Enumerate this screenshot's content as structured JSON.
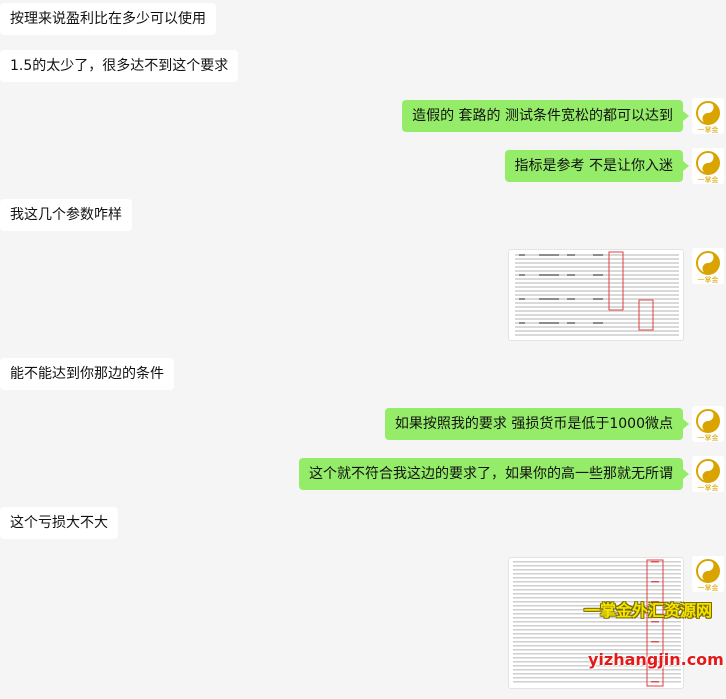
{
  "messages": [
    {
      "side": "in",
      "text": "按理来说盈利比在多少可以使用"
    },
    {
      "side": "in",
      "text": "1.5的太少了，很多达不到这个要求"
    },
    {
      "side": "out",
      "text": "造假的 套路的 测试条件宽松的都可以达到"
    },
    {
      "side": "out",
      "text": "指标是参考 不是让你入迷"
    },
    {
      "side": "in",
      "text": "我这几个参数咋样"
    },
    {
      "side": "out",
      "type": "image"
    },
    {
      "side": "in",
      "text": "能不能达到你那边的条件"
    },
    {
      "side": "out",
      "text": "如果按照我的要求 强损货币是低于1000微点"
    },
    {
      "side": "out",
      "text": "这个就不符合我这边的要求了，如果你的高一些那就无所谓"
    },
    {
      "side": "in",
      "text": "这个亏损大不大"
    },
    {
      "side": "out",
      "type": "image"
    }
  ],
  "avatar": {
    "label": "一掌金",
    "icon": "logo-icon",
    "color": "#d9a400"
  },
  "watermark": {
    "cn": "一掌金外汇资源网",
    "url": "yizhangjin.com"
  },
  "colors": {
    "outgoing_bubble": "#95ec69",
    "incoming_bubble": "#ffffff",
    "background": "#f5f5f5"
  }
}
